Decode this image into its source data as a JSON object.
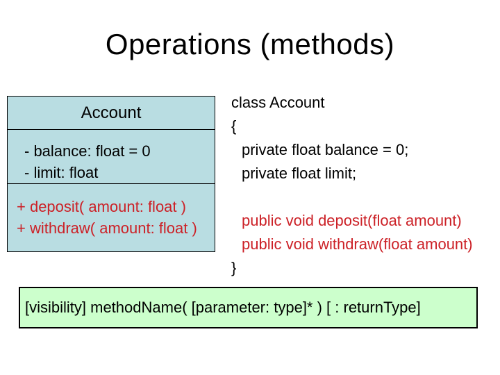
{
  "slide": {
    "title": "Operations (methods)"
  },
  "uml_class": {
    "name": "Account",
    "attributes": [
      "- balance: float = 0",
      "- limit: float"
    ],
    "operations": [
      "+ deposit( amount: float )",
      "+ withdraw( amount: float )"
    ]
  },
  "code": {
    "lines": [
      {
        "text": "class Account"
      },
      {
        "text": "{"
      },
      {
        "text": "private float balance = 0;"
      },
      {
        "text": "private float limit;"
      },
      {
        "text": ""
      },
      {
        "text": "public void deposit(float amount)"
      },
      {
        "text": "public void withdraw(float amount)"
      },
      {
        "text": "}"
      }
    ]
  },
  "footer": {
    "signature": "[visibility] methodName( [parameter: type]* ) [ : returnType]"
  },
  "colors": {
    "uml_box_bg": "#b9dde2",
    "footer_bar_bg": "#ccffcc",
    "accent_red": "#cc2127",
    "text_black": "#000000"
  }
}
